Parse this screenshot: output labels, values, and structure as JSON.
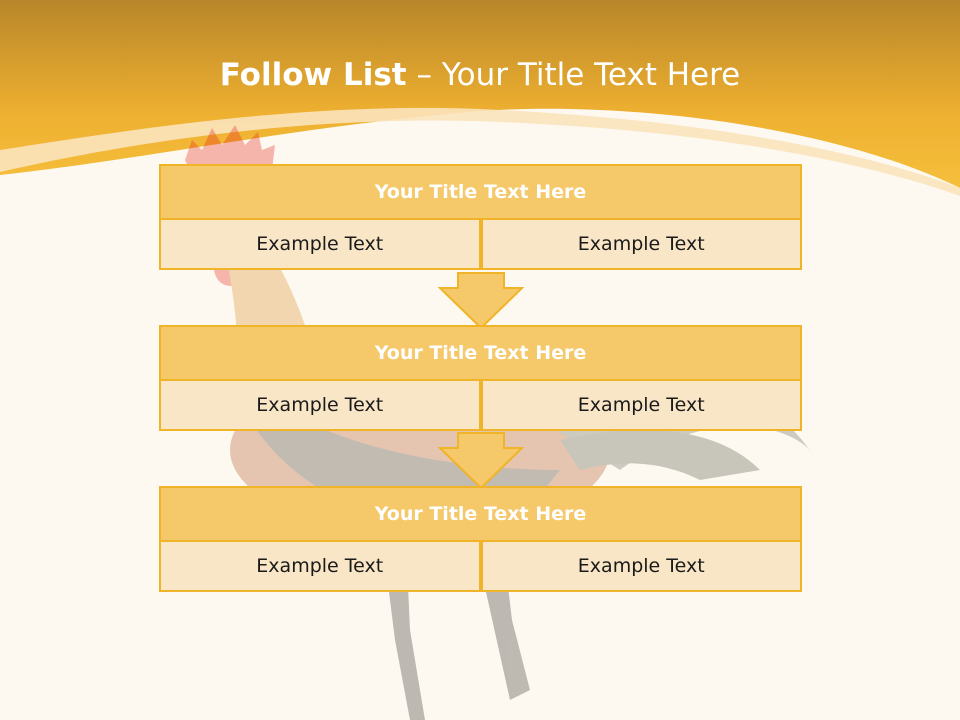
{
  "slide": {
    "title_bold": "Follow List",
    "title_rest": " – Your Title Text Here"
  },
  "steps": [
    {
      "title": "Your Title Text Here",
      "left": "Example Text",
      "right": "Example Text"
    },
    {
      "title": "Your Title Text Here",
      "left": "Example Text",
      "right": "Example Text"
    },
    {
      "title": "Your Title Text Here",
      "left": "Example Text",
      "right": "Example Text"
    }
  ],
  "colors": {
    "header_band": "#f2b632",
    "title_fill": "#f5c86a",
    "cell_fill": "#f9e6c6",
    "border": "#f0b429",
    "background": "#fdf9f1"
  },
  "icons": {
    "arrow": "down-arrow-icon",
    "background_image": "rooster-image"
  }
}
